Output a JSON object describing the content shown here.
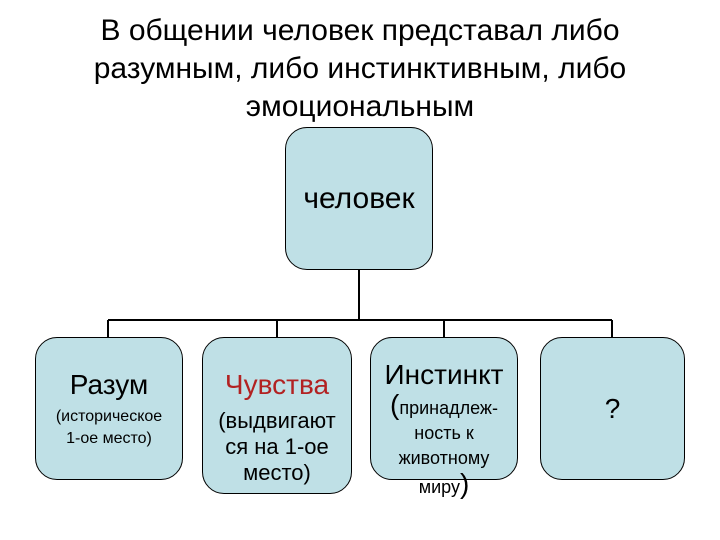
{
  "title": {
    "line1": "В общении человек представал либо",
    "line2": "разумным, либо инстинктивным, либо",
    "line3": "эмоциональным"
  },
  "root": {
    "label": "человек"
  },
  "children": [
    {
      "label": "Разум",
      "note_line1": "(историческое",
      "note_line2": "1-ое место)"
    },
    {
      "label": "Чувства",
      "note_line1": "(выдвигают",
      "note_line2": "ся на 1-ое",
      "note_line3": "место)"
    },
    {
      "label": "Инстинкт",
      "paren_open": "(",
      "note_line1": "принадлеж-",
      "note_line2": "ность к",
      "note_line3": "животному",
      "note_line4": "миру",
      "paren_close": ")"
    },
    {
      "label": "?"
    }
  ],
  "colors": {
    "box_fill": "#bfe0e6",
    "highlight_text": "#b22222",
    "connector": "#000000"
  }
}
